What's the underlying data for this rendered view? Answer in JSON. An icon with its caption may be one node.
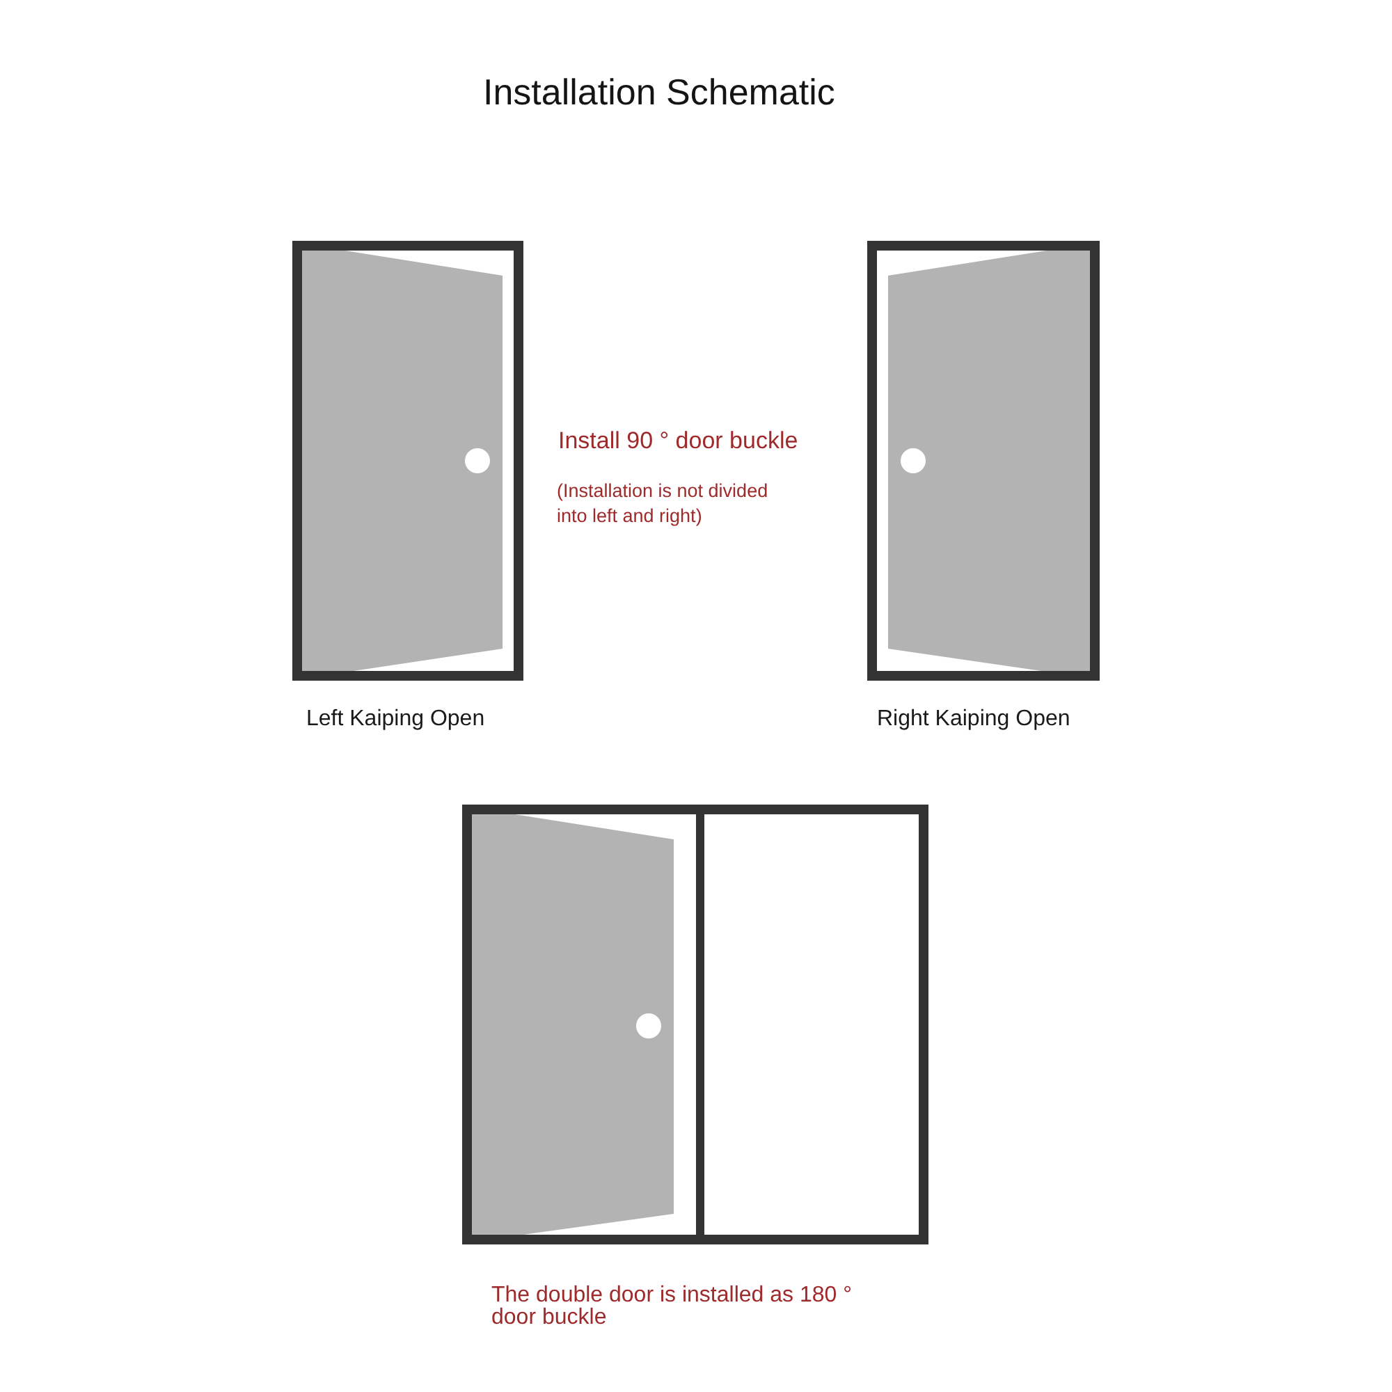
{
  "diagram": {
    "title": "Installation Schematic",
    "labels": [
      "Install 90 ° door buckle",
      "(Installation is not divided into left and right)",
      "Left Kaiping Open",
      "Right Kaiping Open",
      "The double door is installed as 180 ° door buckle"
    ]
  }
}
